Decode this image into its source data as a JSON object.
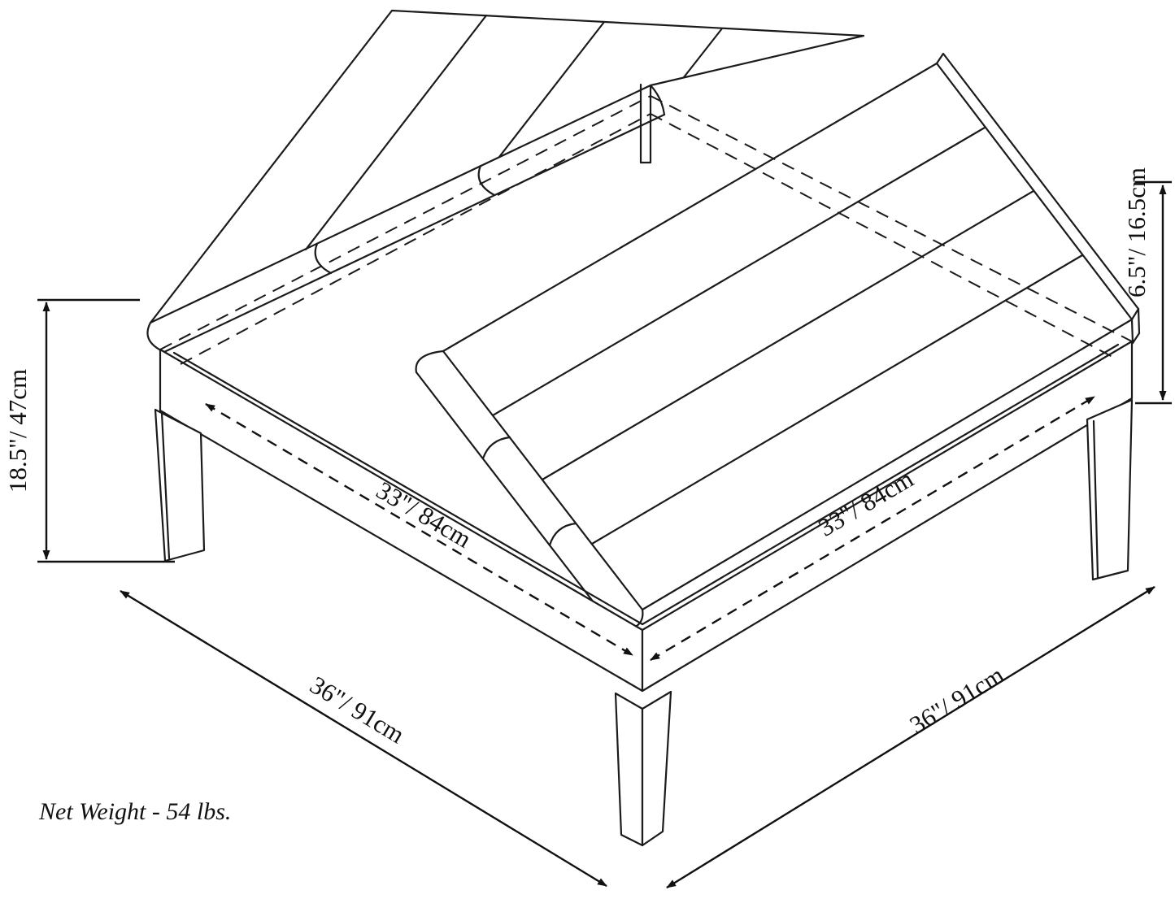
{
  "diagram": {
    "type": "furniture-dimension-drawing",
    "subject": "square coffee table ottoman with lift-up tufted tops",
    "line_color": "#1b1b1b",
    "background_color": "#ffffff",
    "dimensions": {
      "height_left": "18.5\"/ 47cm",
      "lid_right": "6.5\"/ 16.5cm",
      "inner_left": "33\"/ 84cm",
      "inner_right": "33\"/ 84cm",
      "base_left": "36\"/ 91cm",
      "base_right": "36\"/ 91cm"
    },
    "note": "Net Weight - 54 lbs."
  }
}
